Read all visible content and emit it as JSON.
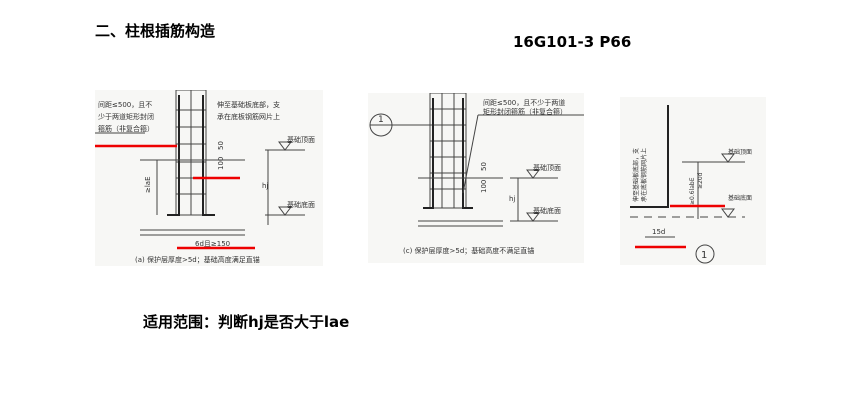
{
  "title": "二、柱根插筋构造",
  "reference": "16G101-3  P66",
  "scope": "适用范围：判断hj是否大于lae",
  "colors": {
    "highlight": "#e00000"
  },
  "diagram_a": {
    "note_left": [
      "间距≤500，且不",
      "少于两道矩形封闭",
      "箍筋（非复合箍）"
    ],
    "note_right": [
      "伸至基础板底部，支",
      "承在底板钢筋网片上"
    ],
    "top_label": "基础顶面",
    "bottom_label": "基础底面",
    "dim_50": "50",
    "dim_100": "100",
    "dim_lae": "≥laE",
    "dim_hj": "hj",
    "dim_6d": "6d且≥150",
    "caption": "(a) 保护层厚度>5d；基础高度满足直锚"
  },
  "diagram_c": {
    "section_mark": "1",
    "note": [
      "间距≤500，且不少于两道",
      "矩形封闭箍筋（非复合箍）"
    ],
    "top_label": "基础顶面",
    "bottom_label": "基础底面",
    "dim_50": "50",
    "dim_100": "100",
    "dim_hj": "hj",
    "caption": "(c) 保护层厚度>5d；基础高度不满足直锚"
  },
  "detail_1": {
    "note": [
      "伸至基础板底部，支",
      "承在底板钢筋网片上"
    ],
    "top_label": "基础顶面",
    "bottom_label": "基础底面",
    "dim_06": "≥0.6labE",
    "dim_20d": "≥20d",
    "dim_15d": "15d",
    "section_mark": "1"
  }
}
